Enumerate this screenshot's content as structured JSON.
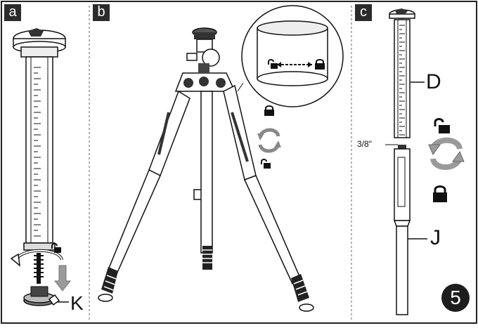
{
  "panels": [
    {
      "id": "a",
      "label": "a"
    },
    {
      "id": "b",
      "label": "b"
    },
    {
      "id": "c",
      "label": "c"
    }
  ],
  "callouts": {
    "k": "K",
    "d": "D",
    "j": "J",
    "thread": "3/8\""
  },
  "step": "5",
  "icons": [
    "unlock-icon",
    "lock-icon",
    "rotate-arrows-icon",
    "down-arrow-icon"
  ],
  "colors": {
    "ink": "#1d1d1d",
    "grey_arrow": "#9a9a9a",
    "border": "#222222"
  }
}
